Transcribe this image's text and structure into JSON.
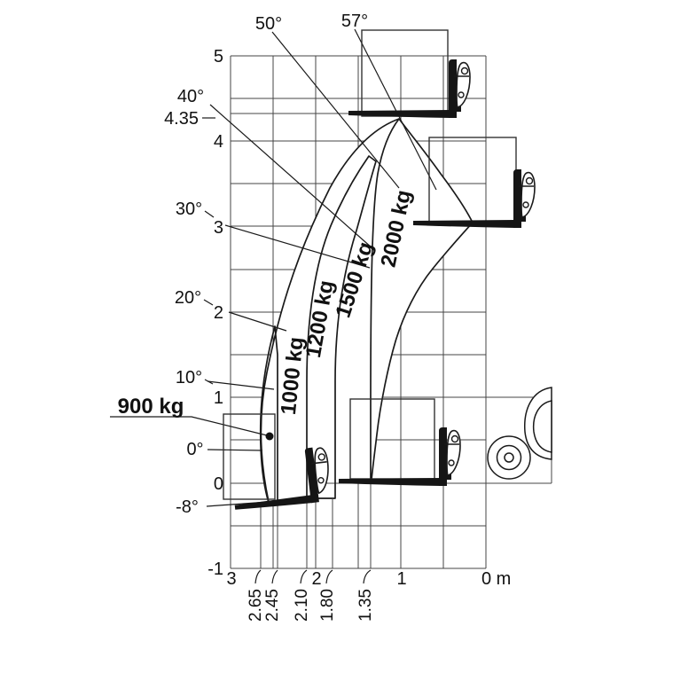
{
  "chart_data": {
    "type": "area",
    "description": "Telehandler load capacity chart: lift height and boom angle vs. reach with load capacity zones",
    "x_axis": {
      "unit_label": "0 m",
      "ticks": [
        "3",
        "2",
        "1"
      ],
      "direction": "reversed",
      "range_m": [
        3,
        0
      ],
      "reach_markers_m": [
        "2.65",
        "2.45",
        "2.10",
        "1.80",
        "1.35"
      ]
    },
    "y_axis": {
      "ticks": [
        "5",
        "4",
        "3",
        "2",
        "1",
        "0",
        "-1"
      ],
      "special_tick": "4.35",
      "range_m": [
        -1,
        5
      ]
    },
    "boom_angles": [
      "57°",
      "50°",
      "40°",
      "30°",
      "20°",
      "10°",
      "0°",
      "-8°"
    ],
    "capacity_zones": [
      {
        "load": "900 kg",
        "max_reach_m": 2.65,
        "style": "gray-sliver-with-dot"
      },
      {
        "load": "1000 kg",
        "max_reach_m": 2.45,
        "style": "white-band"
      },
      {
        "load": "1200 kg",
        "max_reach_m": 2.1,
        "style": "gray-band"
      },
      {
        "load": "1500 kg",
        "max_reach_m": 1.8,
        "style": "white-band"
      },
      {
        "load": "2000 kg",
        "max_reach_m": 1.35,
        "style": "gray-band"
      }
    ],
    "max_lift_height_m": 4.35,
    "max_boom_angle": "57°",
    "grid": "0.5 m squares",
    "colors": {
      "zone_gray": "#b2b2b2",
      "line": "#1a1a1a",
      "background": "#ffffff"
    }
  },
  "labels": {
    "y_ticks": [
      "5",
      "4",
      "3",
      "2",
      "1",
      "0",
      "-1"
    ],
    "special_y": "4.35",
    "x_ticks": [
      "3",
      "2",
      "1"
    ],
    "x_unit": "0 m",
    "markers": [
      "2.65",
      "2.45",
      "2.10",
      "1.80",
      "1.35"
    ],
    "angles": [
      "50°",
      "57°",
      "40°",
      "30°",
      "20°",
      "10°",
      "0°",
      "-8°"
    ],
    "zones": [
      "1000 kg",
      "1200 kg",
      "1500 kg",
      "2000 kg"
    ],
    "point_label": "900 kg"
  }
}
